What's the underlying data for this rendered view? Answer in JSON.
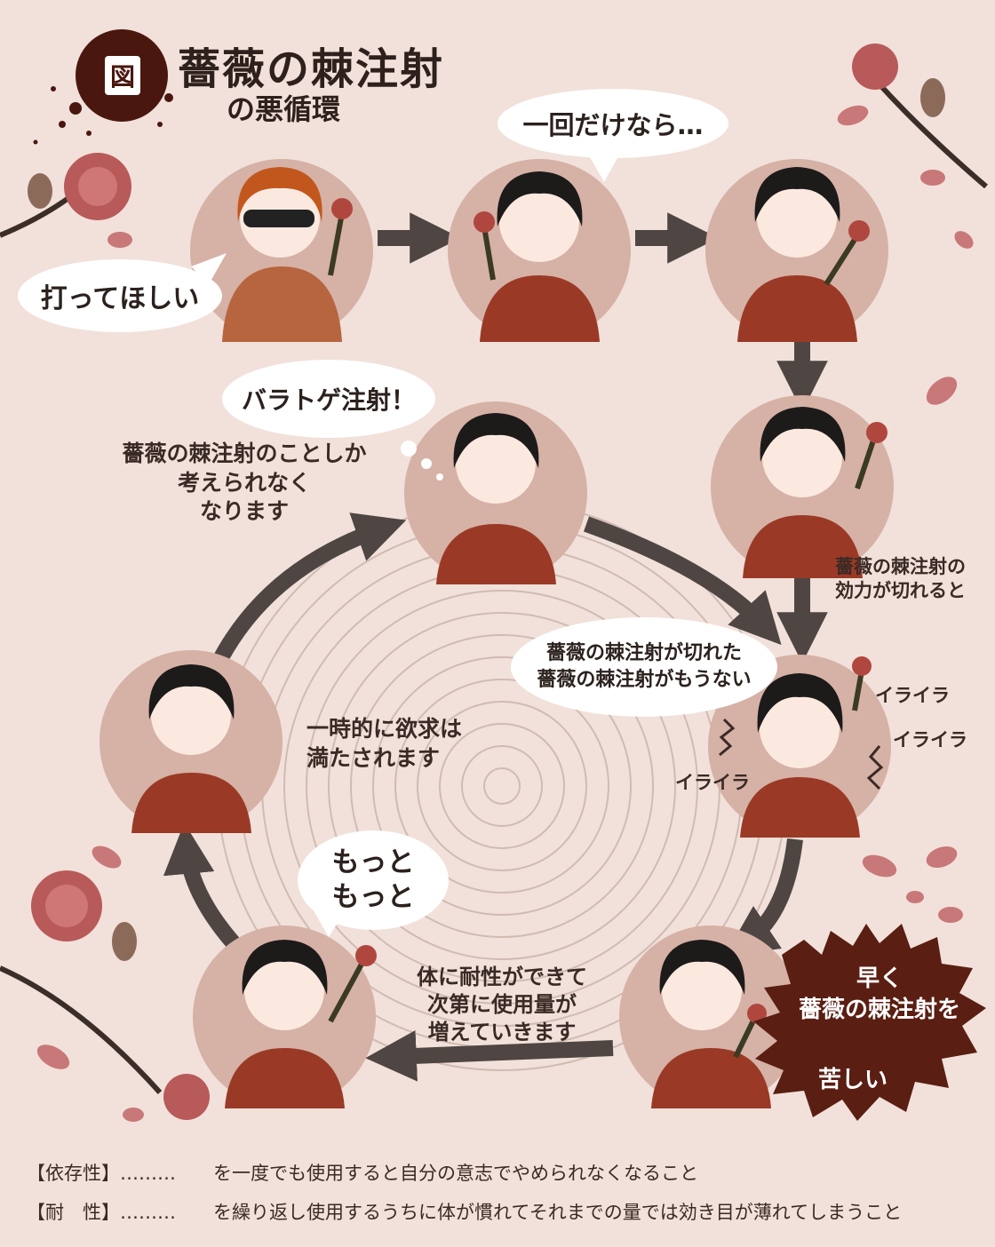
{
  "title": {
    "badge": "図",
    "main": "薔薇の棘注射",
    "sub": "の悪循環"
  },
  "bubbles": {
    "want": "打ってほしい",
    "once": "一回だけなら…",
    "bara": "バラトゲ注射！",
    "gone_line1": "薔薇の棘注射が切れた",
    "gone_line2": "薔薇の棘注射がもうない",
    "more_line1": "もっと",
    "more_line2": "もっと"
  },
  "notes": {
    "only_think": [
      "薔薇の棘注射のことしか",
      "考えられなく",
      "なります"
    ],
    "wear_off": [
      "薔薇の棘注射の",
      "効力が切れると"
    ],
    "satisfied": [
      "一時的に欲求は",
      "満たされます"
    ],
    "tolerance": [
      "体に耐性ができて",
      "次第に使用量が",
      "増えていきます"
    ]
  },
  "irritation": [
    "イライラ",
    "イライラ",
    "イライラ"
  ],
  "burst": {
    "line1": "早く",
    "line2": "薔薇の棘注射を",
    "line3": "苦しい"
  },
  "legend": [
    {
      "term": "【依存性】………",
      "desc": "を一度でも使用すると自分の意志でやめられなくなること"
    },
    {
      "term": "【耐　性】………",
      "desc": "を繰り返し使用するうちに体が慣れてそれまでの量では効き目が薄れてしまうこと"
    }
  ],
  "colors": {
    "background": "#f1e1da",
    "circle": "#d6b1a6",
    "arrow": "#4f4643",
    "shirt": "#9a3a26",
    "burst": "#5a1e12",
    "rose": "#b85a5a"
  }
}
